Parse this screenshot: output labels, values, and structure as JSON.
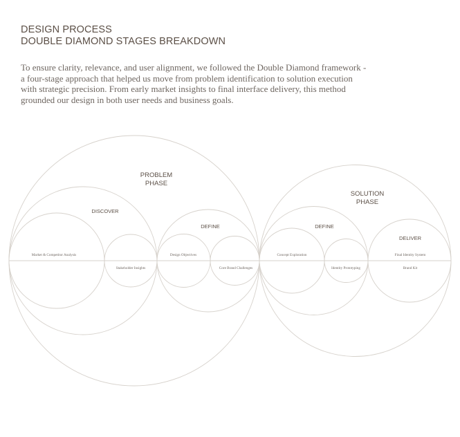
{
  "header": {
    "title_line1": "DESIGN PROCESS",
    "title_line2": "DOUBLE DIAMOND STAGES BREAKDOWN",
    "intro": "To ensure clarity, relevance, and user alignment, we followed the Double Diamond framework - a four-stage approach that helped us move from problem identification to solution execution with strategic precision. From early market insights to final interface delivery, this method grounded our design in both user needs and business goals."
  },
  "diagram": {
    "problem_phase": {
      "line1": "PROBLEM",
      "line2": "PHASE"
    },
    "solution_phase": {
      "line1": "SOLUTION",
      "line2": "PHASE"
    },
    "discover": {
      "label": "DISCOVER",
      "items": [
        "Market & Competitor Analysis",
        "Stakeholder Insights"
      ]
    },
    "define_problem": {
      "label": "DEFINE",
      "items": [
        "Design Objectives",
        "Core Brand Challenges"
      ]
    },
    "define_solution": {
      "label": "DEFINE",
      "items": [
        "Concept Exploration",
        "Identity Prototyping"
      ]
    },
    "deliver": {
      "label": "DELIVER",
      "items": [
        "Final Identity System",
        "Brand Kit"
      ]
    }
  }
}
